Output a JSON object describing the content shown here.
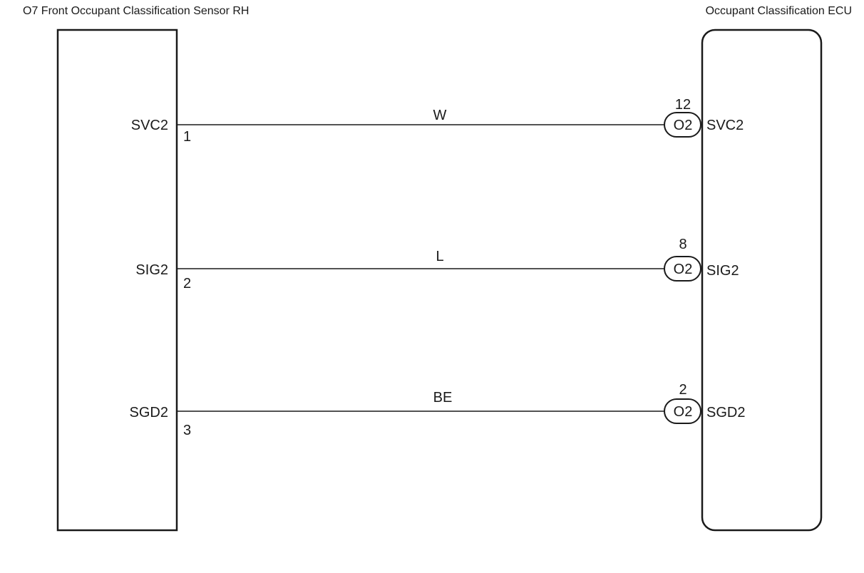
{
  "left_component": {
    "title": "O7 Front Occupant Classification Sensor RH",
    "pins": [
      {
        "name": "SVC2",
        "number": "1"
      },
      {
        "name": "SIG2",
        "number": "2"
      },
      {
        "name": "SGD2",
        "number": "3"
      }
    ]
  },
  "right_component": {
    "title": "Occupant Classification ECU",
    "pins": [
      {
        "name": "SVC2",
        "number": "12",
        "connector": "O2"
      },
      {
        "name": "SIG2",
        "number": "8",
        "connector": "O2"
      },
      {
        "name": "SGD2",
        "number": "2",
        "connector": "O2"
      }
    ]
  },
  "wires": [
    {
      "color_code": "W"
    },
    {
      "color_code": "L"
    },
    {
      "color_code": "BE"
    }
  ]
}
